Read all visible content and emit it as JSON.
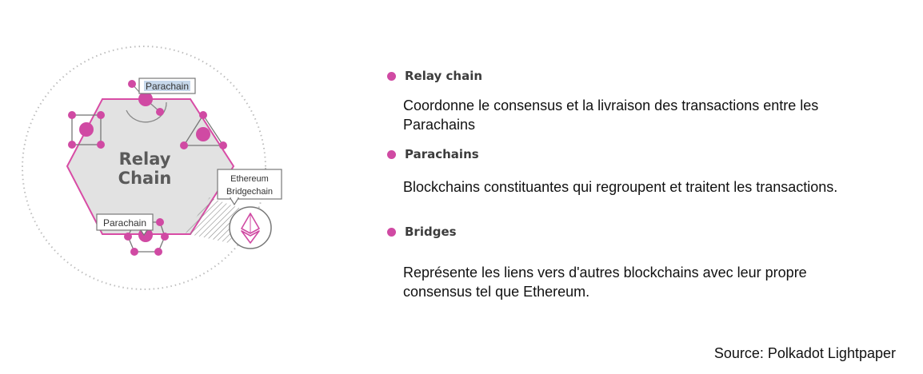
{
  "diagram": {
    "center_label_line1": "Relay",
    "center_label_line2": "Chain",
    "parachain_label_top": "Parachain",
    "parachain_label_bottom": "Parachain",
    "bridge_label_line1": "Ethereum",
    "bridge_label_line2": "Bridgechain",
    "bridge_icon": "ethereum-icon",
    "colors": {
      "accent": "#d04aa3",
      "hexagon_fill": "#e2e2e2",
      "hexagon_stroke": "#d84ca5",
      "ring": "#bdbdbd"
    }
  },
  "legend": {
    "items": [
      {
        "title": "Relay chain",
        "description": "Coordonne le consensus et la livraison des transactions entre les Parachains"
      },
      {
        "title": "Parachains",
        "description": "Blockchains constituantes qui regroupent et traitent les transactions."
      },
      {
        "title": "Bridges",
        "description": "Représente les liens vers d'autres blockchains avec leur propre consensus tel que Ethereum."
      }
    ]
  },
  "source": {
    "label": "Source:",
    "value": "Polkadot Lightpaper"
  }
}
